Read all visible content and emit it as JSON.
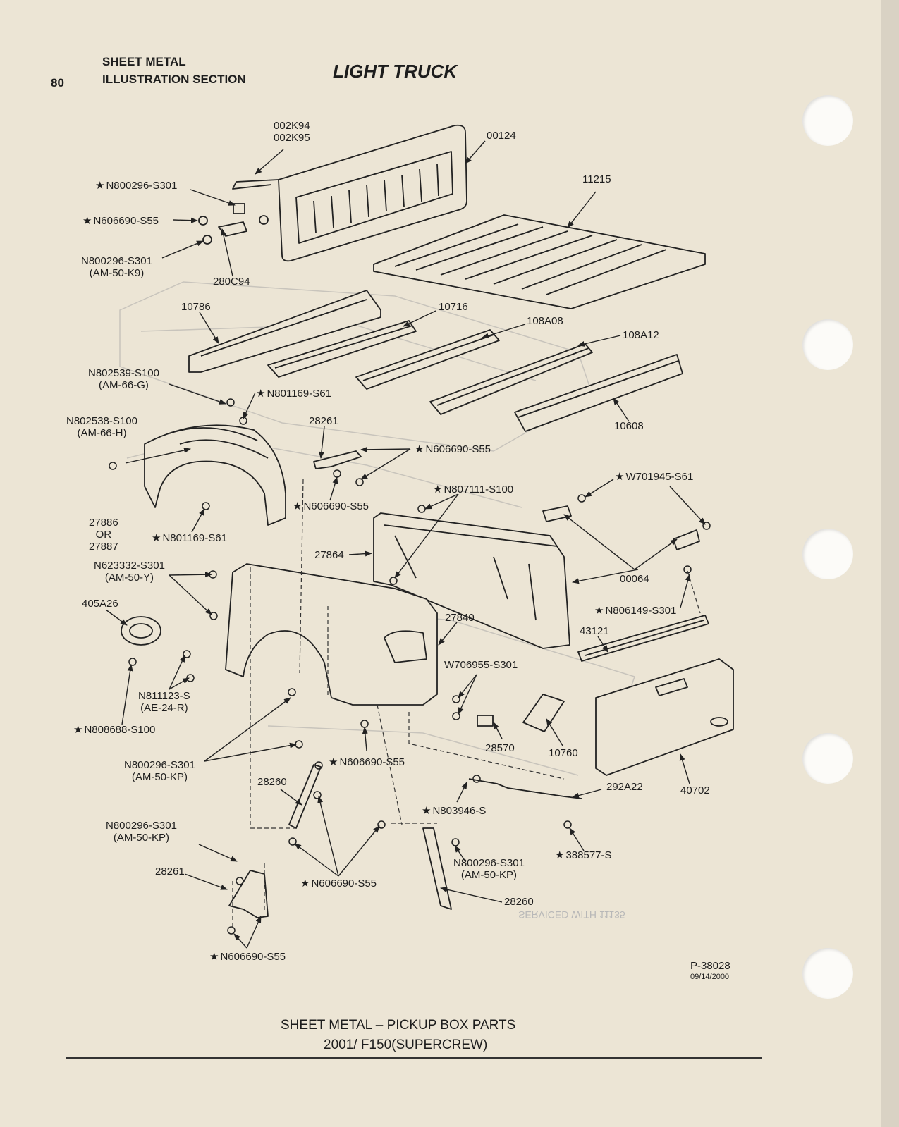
{
  "header": {
    "page_number": "80",
    "section_line1": "SHEET METAL",
    "section_line2": "ILLUSTRATION SECTION",
    "category": "LIGHT TRUCK"
  },
  "labels": [
    {
      "lines": [
        "002K94",
        "002K95"
      ]
    },
    {
      "lines": [
        "00124"
      ]
    },
    {
      "lines": [
        "11215"
      ]
    },
    {
      "lines": [
        "N800296-S301"
      ],
      "star": true
    },
    {
      "lines": [
        "N606690-S55"
      ],
      "star": true
    },
    {
      "lines": [
        "N800296-S301",
        "(AM-50-K9)"
      ]
    },
    {
      "lines": [
        "280C94"
      ]
    },
    {
      "lines": [
        "10786"
      ]
    },
    {
      "lines": [
        "10716"
      ]
    },
    {
      "lines": [
        "108A08"
      ]
    },
    {
      "lines": [
        "108A12"
      ]
    },
    {
      "lines": [
        "N802539-S100",
        "(AM-66-G)"
      ]
    },
    {
      "lines": [
        "N801169-S61"
      ],
      "star": true
    },
    {
      "lines": [
        "10608"
      ]
    },
    {
      "lines": [
        "N802538-S100",
        "(AM-66-H)"
      ]
    },
    {
      "lines": [
        "28261"
      ]
    },
    {
      "lines": [
        "N606690-S55"
      ],
      "star": true
    },
    {
      "lines": [
        "N606690-S55"
      ],
      "star": true
    },
    {
      "lines": [
        "N807111-S100"
      ],
      "star": true
    },
    {
      "lines": [
        "W701945-S61"
      ],
      "star": true
    },
    {
      "lines": [
        "27886",
        "OR",
        "27887"
      ]
    },
    {
      "lines": [
        "N801169-S61"
      ],
      "star": true
    },
    {
      "lines": [
        "N623332-S301",
        "(AM-50-Y)"
      ]
    },
    {
      "lines": [
        "27864"
      ]
    },
    {
      "lines": [
        "00064"
      ]
    },
    {
      "lines": [
        "405A26"
      ]
    },
    {
      "lines": [
        "N806149-S301"
      ],
      "star": true
    },
    {
      "lines": [
        "27840"
      ]
    },
    {
      "lines": [
        "43121"
      ]
    },
    {
      "lines": [
        "W706955-S301"
      ]
    },
    {
      "lines": [
        "N811123-S",
        "(AE-24-R)"
      ]
    },
    {
      "lines": [
        "N808688-S100"
      ],
      "star": true
    },
    {
      "lines": [
        "28570"
      ]
    },
    {
      "lines": [
        "10760"
      ]
    },
    {
      "lines": [
        "N800296-S301",
        "(AM-50-KP)"
      ]
    },
    {
      "lines": [
        "N606690-S55"
      ],
      "star": true
    },
    {
      "lines": [
        "28260"
      ]
    },
    {
      "lines": [
        "292A22"
      ]
    },
    {
      "lines": [
        "40702"
      ]
    },
    {
      "lines": [
        "N803946-S"
      ],
      "star": true
    },
    {
      "lines": [
        "N800296-S301",
        "(AM-50-KP)"
      ]
    },
    {
      "lines": [
        "388577-S"
      ],
      "star": true
    },
    {
      "lines": [
        "N800296-S301",
        "(AM-50-KP)"
      ]
    },
    {
      "lines": [
        "28261"
      ]
    },
    {
      "lines": [
        "N606690-S55"
      ],
      "star": true
    },
    {
      "lines": [
        "28260"
      ]
    },
    {
      "lines": [
        "N606690-S55"
      ],
      "star": true
    }
  ],
  "star_glyph": "★",
  "figure": {
    "number": "P-38028",
    "date": "09/14/2000"
  },
  "bleed_through": {
    "note": "SERVICED WITH 11135"
  },
  "footer": {
    "title": "SHEET METAL – PICKUP BOX PARTS",
    "subtitle": "2001/ F150(SUPERCREW)"
  }
}
